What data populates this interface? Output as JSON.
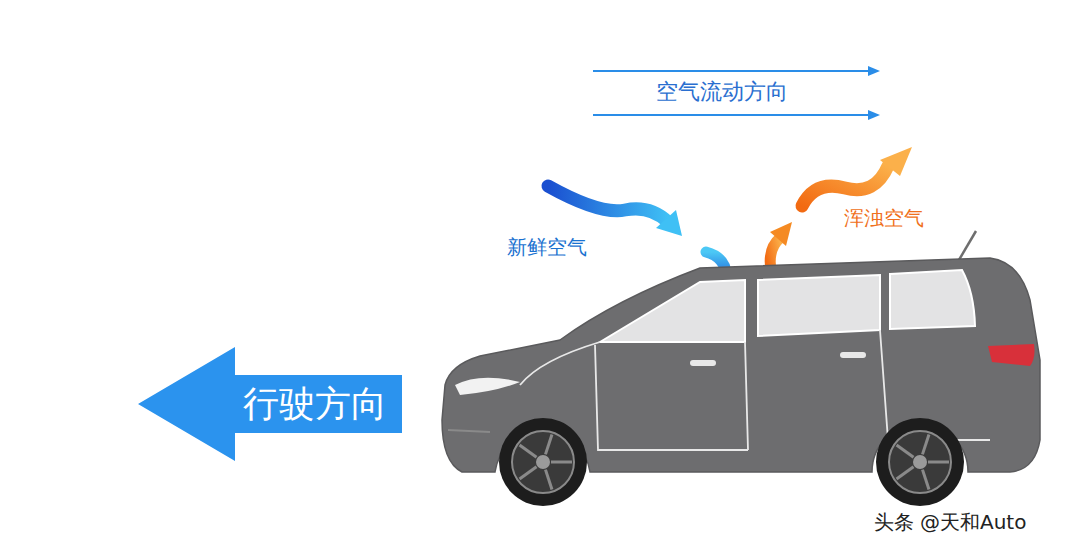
{
  "diagram": {
    "nodes": [
      {
        "text": [
          "行驶方向"
        ]
      }
    ],
    "labels": [
      "空气流动方向",
      "新鲜空气",
      "浑浊空气",
      "头条 @天和Auto"
    ]
  }
}
